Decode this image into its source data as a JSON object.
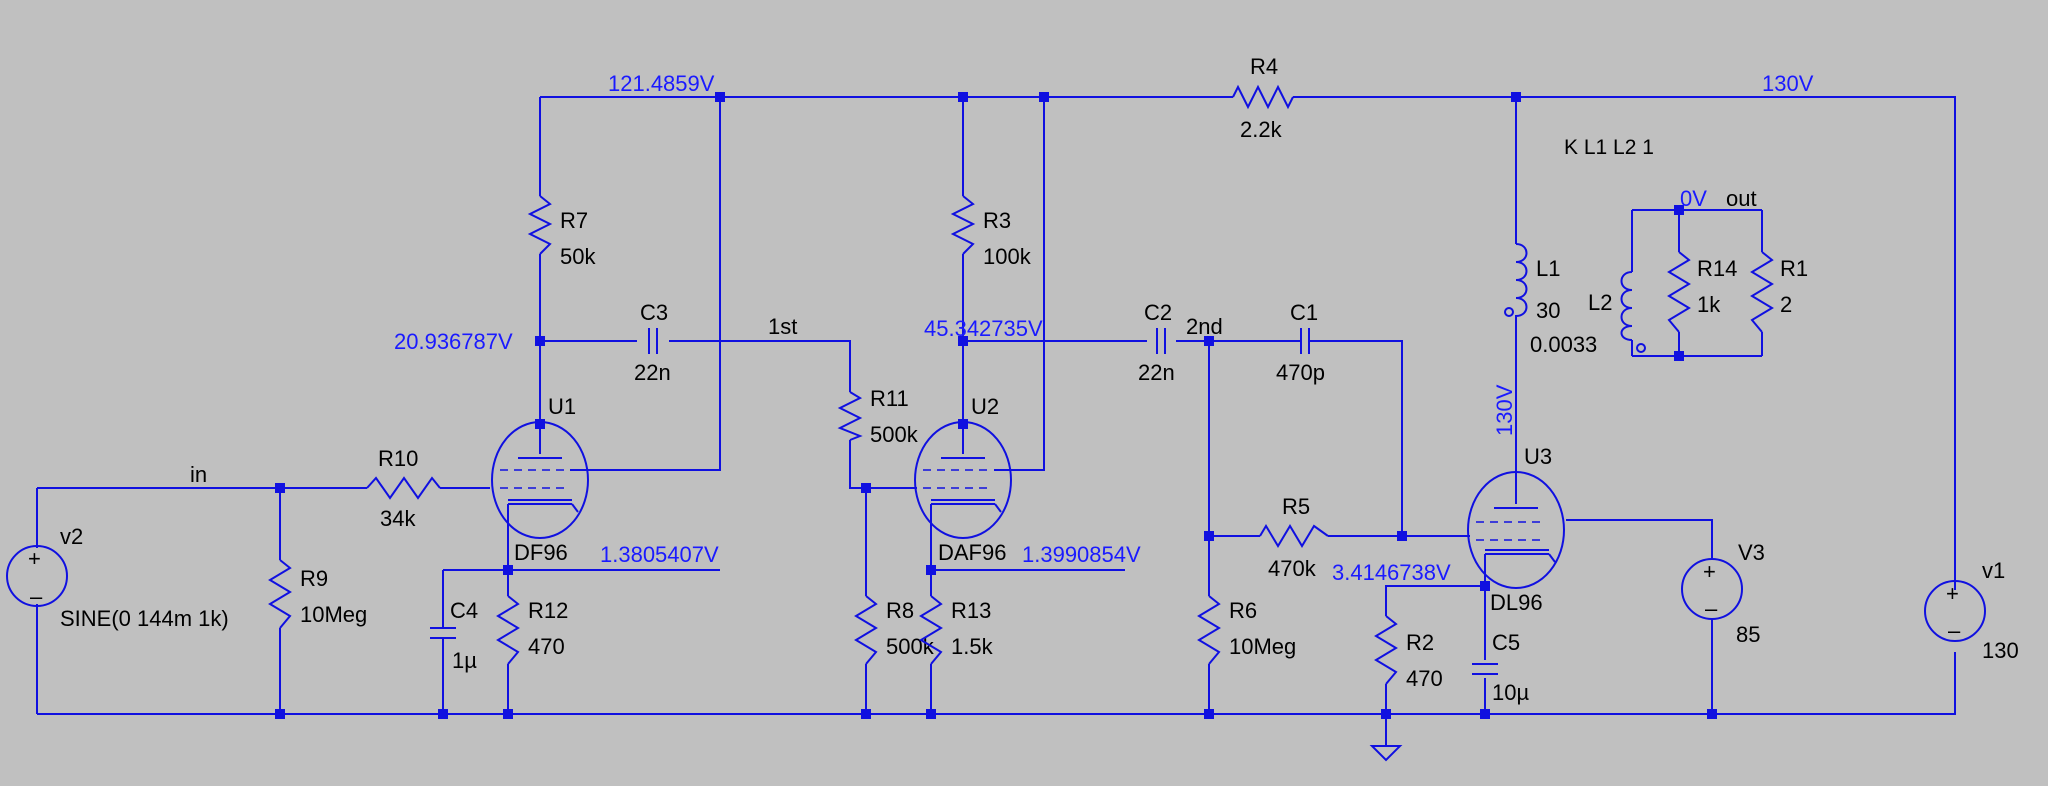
{
  "components": {
    "R1": {
      "name": "R1",
      "value": "2"
    },
    "R2": {
      "name": "R2",
      "value": "470"
    },
    "R3": {
      "name": "R3",
      "value": "100k"
    },
    "R4": {
      "name": "R4",
      "value": "2.2k"
    },
    "R5": {
      "name": "R5",
      "value": "470k"
    },
    "R6": {
      "name": "R6",
      "value": "10Meg"
    },
    "R7": {
      "name": "R7",
      "value": "50k"
    },
    "R8": {
      "name": "R8",
      "value": "500k"
    },
    "R9": {
      "name": "R9",
      "value": "10Meg"
    },
    "R10": {
      "name": "R10",
      "value": "34k"
    },
    "R11": {
      "name": "R11",
      "value": "500k"
    },
    "R12": {
      "name": "R12",
      "value": "470"
    },
    "R13": {
      "name": "R13",
      "value": "1.5k"
    },
    "R14": {
      "name": "R14",
      "value": "1k"
    },
    "C1": {
      "name": "C1",
      "value": "470p"
    },
    "C2": {
      "name": "C2",
      "value": "22n"
    },
    "C3": {
      "name": "C3",
      "value": "22n"
    },
    "C4": {
      "name": "C4",
      "value": "1µ"
    },
    "C5": {
      "name": "C5",
      "value": "10µ"
    },
    "L1": {
      "name": "L1",
      "value": "30"
    },
    "L2": {
      "name": "L2",
      "value": "0.0033"
    },
    "U1": {
      "name": "U1",
      "model": "DF96"
    },
    "U2": {
      "name": "U2",
      "model": "DAF96"
    },
    "U3": {
      "name": "U3",
      "model": "DL96"
    },
    "v1": {
      "name": "v1",
      "value": "130"
    },
    "v2": {
      "name": "v2",
      "value": "SINE(0 144m 1k)"
    },
    "V3": {
      "name": "V3",
      "value": "85"
    }
  },
  "nets": {
    "in": "in",
    "first": "1st",
    "second": "2nd",
    "out": "out"
  },
  "voltages": {
    "top_left": "121.4859V",
    "top_right": "130V",
    "u1_plate": "20.936787V",
    "u2_plate": "45.342735V",
    "u1_cathode": "1.3805407V",
    "u2_cathode": "1.3990854V",
    "u3_cathode": "3.4146738V",
    "u3_plate": "130V",
    "out": "0V"
  },
  "directive": "K L1 L2 1",
  "colors": {
    "wire": "#1010e0",
    "voltage_label": "#1a1aff",
    "background": "#c0c0c0"
  }
}
